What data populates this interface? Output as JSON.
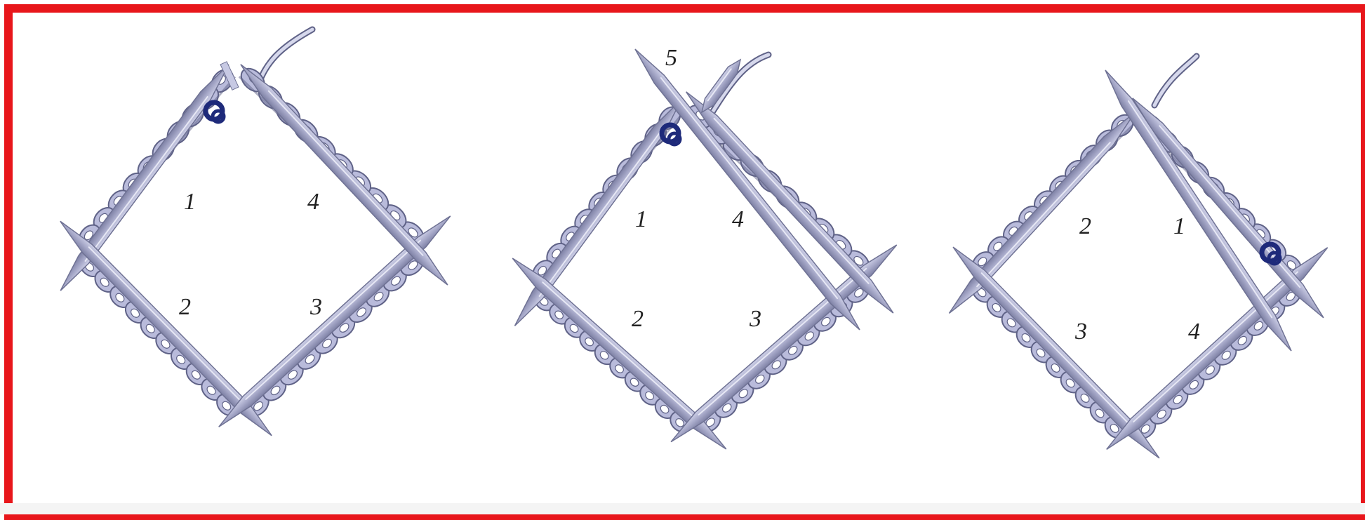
{
  "colors": {
    "border": "#e8161b",
    "background": "#ffffff",
    "needle": "#a7a9c9",
    "needle_edge": "#6f7294",
    "stitch": "#b9bbdb",
    "stitch_edge": "#5f6287",
    "yarn": "#9ea1c5",
    "marker": "#1e2a7a",
    "label": "#222222"
  },
  "panels": [
    {
      "labels": {
        "left_top": "1",
        "right_top": "4",
        "left_bottom": "2",
        "right_bottom": "3"
      }
    },
    {
      "labels": {
        "left_top": "1",
        "right_top": "4",
        "left_bottom": "2",
        "right_bottom": "3",
        "extra": "5"
      }
    },
    {
      "labels": {
        "left_top": "2",
        "right_top": "1",
        "left_bottom": "3",
        "right_bottom": "4"
      }
    }
  ]
}
